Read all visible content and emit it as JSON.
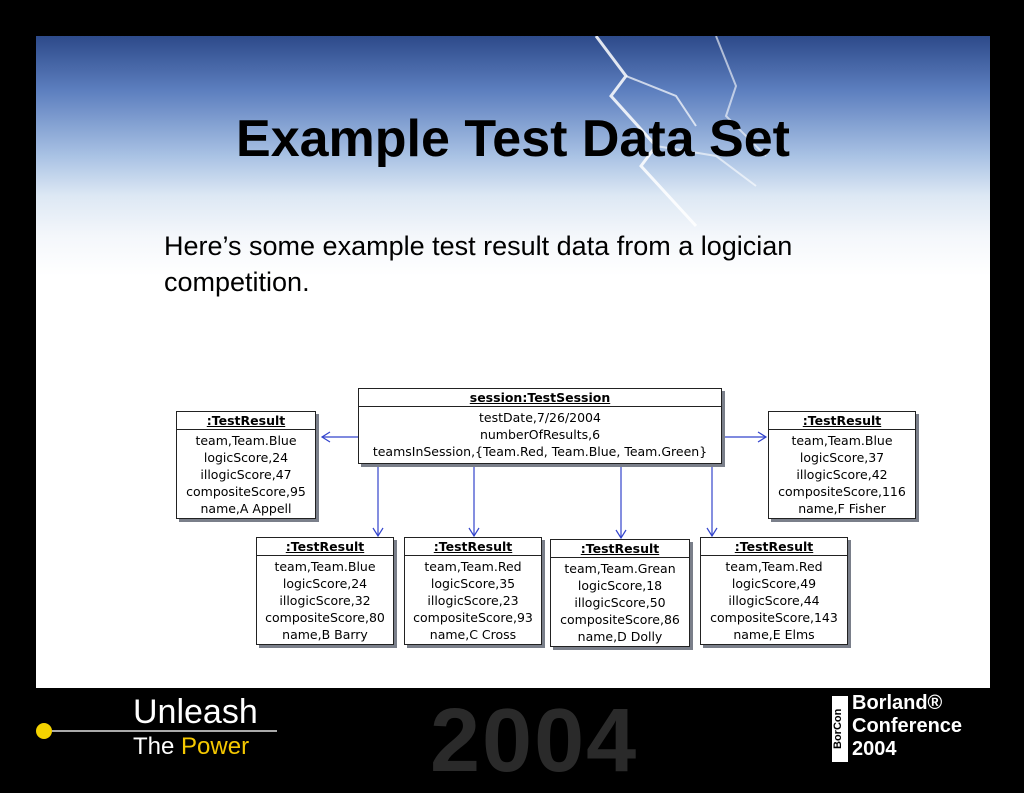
{
  "slide": {
    "title": "Example Test Data Set",
    "intro": "Here’s some example test result data from a logician competition."
  },
  "diagram": {
    "session": {
      "header": "session:TestSession",
      "attrs": [
        "testDate,7/26/2004",
        "numberOfResults,6",
        "teamsInSession,{Team.Red, Team.Blue, Team.Green}"
      ]
    },
    "results": [
      {
        "header": ":TestResult",
        "attrs": [
          "team,Team.Blue",
          "logicScore,24",
          "illogicScore,47",
          "compositeScore,95",
          "name,A Appell"
        ]
      },
      {
        "header": ":TestResult",
        "attrs": [
          "team,Team.Blue",
          "logicScore,37",
          "illogicScore,42",
          "compositeScore,116",
          "name,F Fisher"
        ]
      },
      {
        "header": ":TestResult",
        "attrs": [
          "team,Team.Blue",
          "logicScore,24",
          "illogicScore,32",
          "compositeScore,80",
          "name,B Barry"
        ]
      },
      {
        "header": ":TestResult",
        "attrs": [
          "team,Team.Red",
          "logicScore,35",
          "illogicScore,23",
          "compositeScore,93",
          "name,C Cross"
        ]
      },
      {
        "header": ":TestResult",
        "attrs": [
          "team,Team.Grean",
          "logicScore,18",
          "illogicScore,50",
          "compositeScore,86",
          "name,D Dolly"
        ]
      },
      {
        "header": ":TestResult",
        "attrs": [
          "team,Team.Red",
          "logicScore,49",
          "illogicScore,44",
          "compositeScore,143",
          "name,E Elms"
        ]
      }
    ]
  },
  "footer": {
    "unleash": "Unleash",
    "the": "The",
    "power": "Power",
    "year": "2004",
    "brand_line1": "Borland®",
    "brand_line2": "Conference",
    "brand_line3": "2004",
    "vertical_logo": "BorCon"
  },
  "colors": {
    "arrow": "#3344cc",
    "accent": "#f5c800"
  }
}
